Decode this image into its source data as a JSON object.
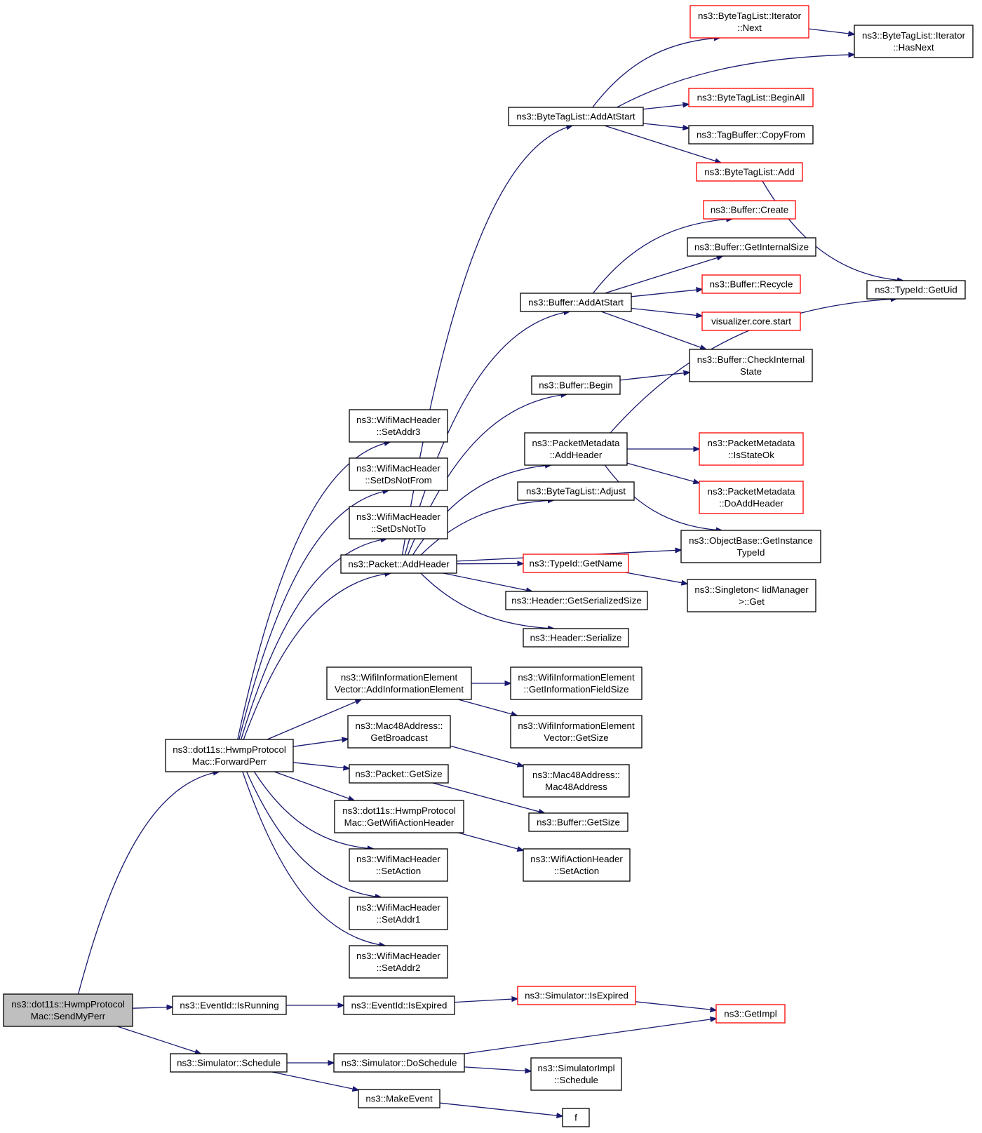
{
  "graph": {
    "nodes": [
      {
        "id": "sendmyperr",
        "lines": [
          "ns3::dot11s::HwmpProtocol",
          "Mac::SendMyPerr"
        ],
        "style": "root"
      },
      {
        "id": "forwardperr",
        "lines": [
          "ns3::dot11s::HwmpProtocol",
          "Mac::ForwardPerr"
        ],
        "style": "normal"
      },
      {
        "id": "eventid_isrunning",
        "lines": [
          "ns3::EventId::IsRunning"
        ],
        "style": "normal"
      },
      {
        "id": "simulator_schedule",
        "lines": [
          "ns3::Simulator::Schedule"
        ],
        "style": "normal"
      },
      {
        "id": "setaddr3",
        "lines": [
          "ns3::WifiMacHeader",
          "::SetAddr3"
        ],
        "style": "normal"
      },
      {
        "id": "setdsnotfrom",
        "lines": [
          "ns3::WifiMacHeader",
          "::SetDsNotFrom"
        ],
        "style": "normal"
      },
      {
        "id": "setdsnotto",
        "lines": [
          "ns3::WifiMacHeader",
          "::SetDsNotTo"
        ],
        "style": "normal"
      },
      {
        "id": "packet_addheader",
        "lines": [
          "ns3::Packet::AddHeader"
        ],
        "style": "normal"
      },
      {
        "id": "wie_vector_addie",
        "lines": [
          "ns3::WifiInformationElement",
          "Vector::AddInformationElement"
        ],
        "style": "normal"
      },
      {
        "id": "mac48_getbroadcast",
        "lines": [
          "ns3::Mac48Address::",
          "GetBroadcast"
        ],
        "style": "normal"
      },
      {
        "id": "packet_getsize",
        "lines": [
          "ns3::Packet::GetSize"
        ],
        "style": "normal"
      },
      {
        "id": "getwifiactionheader",
        "lines": [
          "ns3::dot11s::HwmpProtocol",
          "Mac::GetWifiActionHeader"
        ],
        "style": "normal"
      },
      {
        "id": "wmh_setaction",
        "lines": [
          "ns3::WifiMacHeader",
          "::SetAction"
        ],
        "style": "normal"
      },
      {
        "id": "setaddr1",
        "lines": [
          "ns3::WifiMacHeader",
          "::SetAddr1"
        ],
        "style": "normal"
      },
      {
        "id": "setaddr2",
        "lines": [
          "ns3::WifiMacHeader",
          "::SetAddr2"
        ],
        "style": "normal"
      },
      {
        "id": "eventid_isexpired",
        "lines": [
          "ns3::EventId::IsExpired"
        ],
        "style": "normal"
      },
      {
        "id": "simulator_doschedule",
        "lines": [
          "ns3::Simulator::DoSchedule"
        ],
        "style": "normal"
      },
      {
        "id": "makeevent",
        "lines": [
          "ns3::MakeEvent"
        ],
        "style": "normal"
      },
      {
        "id": "btl_addatstart",
        "lines": [
          "ns3::ByteTagList::AddAtStart"
        ],
        "style": "normal"
      },
      {
        "id": "buffer_addatstart",
        "lines": [
          "ns3::Buffer::AddAtStart"
        ],
        "style": "normal"
      },
      {
        "id": "buffer_begin",
        "lines": [
          "ns3::Buffer::Begin"
        ],
        "style": "normal"
      },
      {
        "id": "pm_addheader",
        "lines": [
          "ns3::PacketMetadata",
          "::AddHeader"
        ],
        "style": "normal"
      },
      {
        "id": "btl_adjust",
        "lines": [
          "ns3::ByteTagList::Adjust"
        ],
        "style": "normal"
      },
      {
        "id": "typeid_getname",
        "lines": [
          "ns3::TypeId::GetName"
        ],
        "style": "red"
      },
      {
        "id": "header_getserializedsize",
        "lines": [
          "ns3::Header::GetSerializedSize"
        ],
        "style": "normal"
      },
      {
        "id": "header_serialize",
        "lines": [
          "ns3::Header::Serialize"
        ],
        "style": "normal"
      },
      {
        "id": "wie_getinfofieldsize",
        "lines": [
          "ns3::WifiInformationElement",
          "::GetInformationFieldSize"
        ],
        "style": "normal"
      },
      {
        "id": "wie_vector_getsize",
        "lines": [
          "ns3::WifiInformationElement",
          "Vector::GetSize"
        ],
        "style": "normal"
      },
      {
        "id": "mac48_ctor",
        "lines": [
          "ns3::Mac48Address::",
          "Mac48Address"
        ],
        "style": "normal"
      },
      {
        "id": "buffer_getsize",
        "lines": [
          "ns3::Buffer::GetSize"
        ],
        "style": "normal"
      },
      {
        "id": "wah_setaction",
        "lines": [
          "ns3::WifiActionHeader",
          "::SetAction"
        ],
        "style": "normal"
      },
      {
        "id": "simulator_isexpired",
        "lines": [
          "ns3::Simulator::IsExpired"
        ],
        "style": "red"
      },
      {
        "id": "simulatorimpl_schedule",
        "lines": [
          "ns3::SimulatorImpl",
          "::Schedule"
        ],
        "style": "normal"
      },
      {
        "id": "f",
        "lines": [
          "f"
        ],
        "style": "normal"
      },
      {
        "id": "btl_iter_next",
        "lines": [
          "ns3::ByteTagList::Iterator",
          "::Next"
        ],
        "style": "red"
      },
      {
        "id": "btl_beginall",
        "lines": [
          "ns3::ByteTagList::BeginAll"
        ],
        "style": "red"
      },
      {
        "id": "tagbuffer_copyfrom",
        "lines": [
          "ns3::TagBuffer::CopyFrom"
        ],
        "style": "normal"
      },
      {
        "id": "btl_add",
        "lines": [
          "ns3::ByteTagList::Add"
        ],
        "style": "red"
      },
      {
        "id": "buffer_create",
        "lines": [
          "ns3::Buffer::Create"
        ],
        "style": "red"
      },
      {
        "id": "buffer_getinternalsize",
        "lines": [
          "ns3::Buffer::GetInternalSize"
        ],
        "style": "normal"
      },
      {
        "id": "buffer_recycle",
        "lines": [
          "ns3::Buffer::Recycle"
        ],
        "style": "red"
      },
      {
        "id": "visualizer_core_start",
        "lines": [
          "visualizer.core.start"
        ],
        "style": "red"
      },
      {
        "id": "buffer_checkinternalstate",
        "lines": [
          "ns3::Buffer::CheckInternal",
          "State"
        ],
        "style": "normal"
      },
      {
        "id": "pm_isstateok",
        "lines": [
          "ns3::PacketMetadata",
          "::IsStateOk"
        ],
        "style": "red"
      },
      {
        "id": "pm_doaddheader",
        "lines": [
          "ns3::PacketMetadata",
          "::DoAddHeader"
        ],
        "style": "red"
      },
      {
        "id": "objectbase_getinstancetypeid",
        "lines": [
          "ns3::ObjectBase::GetInstance",
          "TypeId"
        ],
        "style": "normal"
      },
      {
        "id": "singleton_get",
        "lines": [
          "ns3::Singleton< IidManager",
          ">::Get"
        ],
        "style": "normal"
      },
      {
        "id": "getimpl",
        "lines": [
          "ns3::GetImpl"
        ],
        "style": "red"
      },
      {
        "id": "btl_iter_hasnext",
        "lines": [
          "ns3::ByteTagList::Iterator",
          "::HasNext"
        ],
        "style": "normal"
      },
      {
        "id": "typeid_getuid",
        "lines": [
          "ns3::TypeId::GetUid"
        ],
        "style": "normal"
      }
    ],
    "edges": [
      [
        "sendmyperr",
        "forwardperr"
      ],
      [
        "sendmyperr",
        "eventid_isrunning"
      ],
      [
        "sendmyperr",
        "simulator_schedule"
      ],
      [
        "forwardperr",
        "setaddr3"
      ],
      [
        "forwardperr",
        "setdsnotfrom"
      ],
      [
        "forwardperr",
        "setdsnotto"
      ],
      [
        "forwardperr",
        "packet_addheader"
      ],
      [
        "forwardperr",
        "wie_vector_addie"
      ],
      [
        "forwardperr",
        "mac48_getbroadcast"
      ],
      [
        "forwardperr",
        "packet_getsize"
      ],
      [
        "forwardperr",
        "getwifiactionheader"
      ],
      [
        "forwardperr",
        "wmh_setaction"
      ],
      [
        "forwardperr",
        "setaddr1"
      ],
      [
        "forwardperr",
        "setaddr2"
      ],
      [
        "eventid_isrunning",
        "eventid_isexpired"
      ],
      [
        "simulator_schedule",
        "simulator_doschedule"
      ],
      [
        "simulator_schedule",
        "makeevent"
      ],
      [
        "packet_addheader",
        "btl_addatstart"
      ],
      [
        "packet_addheader",
        "buffer_addatstart"
      ],
      [
        "packet_addheader",
        "buffer_begin"
      ],
      [
        "packet_addheader",
        "pm_addheader"
      ],
      [
        "packet_addheader",
        "btl_adjust"
      ],
      [
        "packet_addheader",
        "objectbase_getinstancetypeid"
      ],
      [
        "packet_addheader",
        "typeid_getname"
      ],
      [
        "packet_addheader",
        "header_getserializedsize"
      ],
      [
        "packet_addheader",
        "header_serialize"
      ],
      [
        "wie_vector_addie",
        "wie_getinfofieldsize"
      ],
      [
        "wie_vector_addie",
        "wie_vector_getsize"
      ],
      [
        "mac48_getbroadcast",
        "mac48_ctor"
      ],
      [
        "packet_getsize",
        "buffer_getsize"
      ],
      [
        "getwifiactionheader",
        "wah_setaction"
      ],
      [
        "eventid_isexpired",
        "simulator_isexpired"
      ],
      [
        "simulator_isexpired",
        "getimpl"
      ],
      [
        "simulator_doschedule",
        "getimpl"
      ],
      [
        "simulator_doschedule",
        "simulatorimpl_schedule"
      ],
      [
        "makeevent",
        "f"
      ],
      [
        "btl_addatstart",
        "btl_iter_next"
      ],
      [
        "btl_addatstart",
        "btl_iter_hasnext"
      ],
      [
        "btl_addatstart",
        "btl_beginall"
      ],
      [
        "btl_addatstart",
        "tagbuffer_copyfrom"
      ],
      [
        "btl_addatstart",
        "btl_add"
      ],
      [
        "btl_iter_next",
        "btl_iter_hasnext"
      ],
      [
        "btl_add",
        "typeid_getuid"
      ],
      [
        "buffer_addatstart",
        "buffer_create"
      ],
      [
        "buffer_addatstart",
        "buffer_getinternalsize"
      ],
      [
        "buffer_addatstart",
        "buffer_recycle"
      ],
      [
        "buffer_addatstart",
        "visualizer_core_start"
      ],
      [
        "buffer_addatstart",
        "buffer_checkinternalstate"
      ],
      [
        "buffer_begin",
        "buffer_checkinternalstate"
      ],
      [
        "pm_addheader",
        "typeid_getuid"
      ],
      [
        "pm_addheader",
        "pm_isstateok"
      ],
      [
        "pm_addheader",
        "pm_doaddheader"
      ],
      [
        "pm_addheader",
        "objectbase_getinstancetypeid"
      ],
      [
        "typeid_getname",
        "singleton_get"
      ]
    ]
  }
}
